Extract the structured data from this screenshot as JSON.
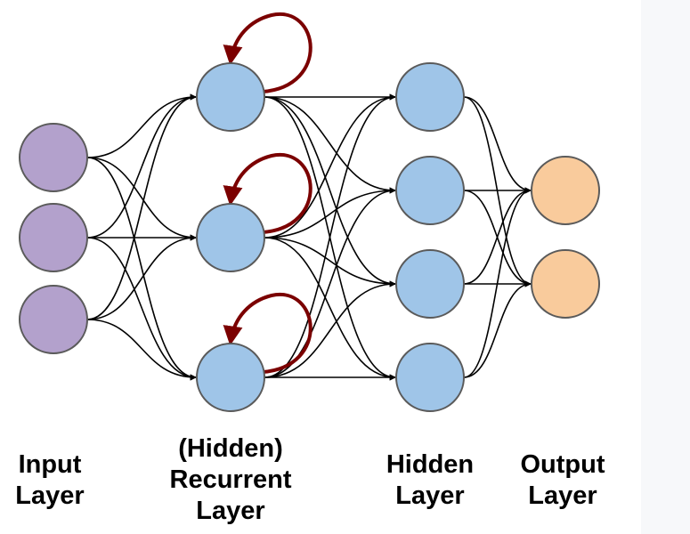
{
  "colors": {
    "input": "#b3a1cc",
    "hidden": "#9fc5e8",
    "output": "#f9cb9c",
    "edge": "#000000",
    "recurrent": "#7b0000"
  },
  "layers": {
    "input": {
      "lines": [
        "Input",
        "Layer"
      ],
      "count": 3
    },
    "recurrent": {
      "lines": [
        "(Hidden)",
        "Recurrent",
        "Layer"
      ],
      "count": 3
    },
    "hidden": {
      "lines": [
        "Hidden",
        "Layer"
      ],
      "count": 4
    },
    "output": {
      "lines": [
        "Output",
        "Layer"
      ],
      "count": 2
    }
  }
}
